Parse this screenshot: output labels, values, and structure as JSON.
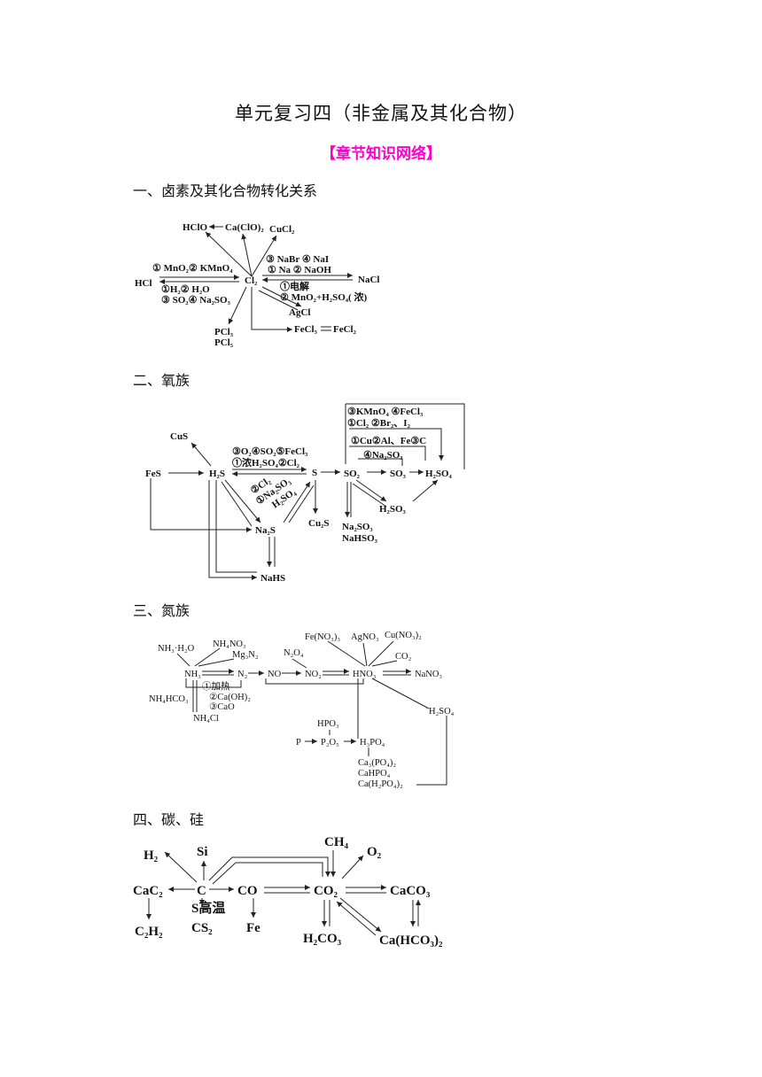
{
  "title": "单元复习四（非金属及其化合物）",
  "subtitle": "【章节知识网络】",
  "sections": [
    {
      "heading": "一、卤素及其化合物转化关系"
    },
    {
      "heading": "二、氧族"
    },
    {
      "heading": "三、氮族"
    },
    {
      "heading": "四、碳、硅"
    }
  ],
  "halogen": {
    "hclo": "HClO",
    "caclo2": "Ca(ClO)₂",
    "cucl2": "CuCl₂",
    "c34": "③ NaBr ④ NaI",
    "c12": "① MnO₂② KMnO₄",
    "c12b": "① Na ② NaOH",
    "hcl": "HCl",
    "cl2": "Cl₂",
    "nacl": "NaCl",
    "c12c": "①H₂② H₂O",
    "dianjie": "①电解",
    "c34b": "③ SO₂④ Na₂SO₃",
    "mno2h2so4": "② MnO₂+H₂SO₄( 浓)",
    "agcl": "AgCl",
    "pcl3": "PCl₃",
    "pcl5": "PCl₅",
    "fecl3": "FeCl₃",
    "fecl2": "FeCl₂"
  },
  "oxygen": {
    "kmno4": "③KMnO₄ ④FeCl₃",
    "cl2br2": "①Cl₂ ②Br₂、I₂",
    "cus": "CuS",
    "cual": "①Cu②Al、Fe③C",
    "o2so2": "③O₂④SO₂⑤FeCl₃",
    "na2so3a": "④Na₂SO₃",
    "fes": "FeS",
    "h2s": "H₂S",
    "nongh2so4": "①浓H₂SO₄②Cl₂",
    "s": "S",
    "so2": "SO₂",
    "so3": "SO₃",
    "h2so4": "H₂SO₄",
    "diag1": "②Cl₂",
    "diag2": "①Na₂SO₃",
    "diag3": "H₂SO₄",
    "h2so3": "H₂SO₃",
    "cu2s": "Cu₂S",
    "na2s": "Na₂S",
    "na2so3": "Na₂SO₃",
    "nahso3": "NaHSO₃",
    "nahs": "NaHS"
  },
  "nitrogen": {
    "nh3h2o": "NH₃·H₂O",
    "nh4no3": "NH₄NO₃",
    "mg3n2": "Mg₃N₂",
    "feno3": "Fe(NO₃)₃",
    "agno3": "AgNO₃",
    "cuno3": "Cu(NO₃)₂",
    "n2o4": "N₂O₄",
    "co2": "CO₂",
    "nh3": "NH₃",
    "n2": "N₂",
    "no": "NO",
    "no2": "NO₂",
    "hno3": "HNO₃",
    "nano3": "NaNO₃",
    "jiare": "①加热",
    "caoh2": "②Ca(OH)₂",
    "cao": "③CaO",
    "nh4hco3": "NH₄HCO₃",
    "nh4cl": "NH₄Cl",
    "h2so4": "H₂SO₄",
    "hpo3": "HPO₃",
    "p": "P",
    "p2o5": "P₂O₅",
    "h3po4": "H₃PO₄",
    "ca3po4": "Ca₃(PO₄)₂",
    "cahpo4": "CaHPO₄",
    "cah2po4": "Ca(H₂PO₄)₂"
  },
  "carbon": {
    "ch4": "CH₄",
    "h2": "H₂",
    "si": "Si",
    "o2": "O₂",
    "cac2": "CaC₂",
    "c": "C",
    "co": "CO",
    "co2": "CO₂",
    "caco3": "CaCO₃",
    "gaowen": "S高温",
    "c2h2": "C₂H₂",
    "cs2": "CS₂",
    "fe": "Fe",
    "h2co3": "H₂CO₃",
    "cahco3": "Ca(HCO₃)₂"
  }
}
